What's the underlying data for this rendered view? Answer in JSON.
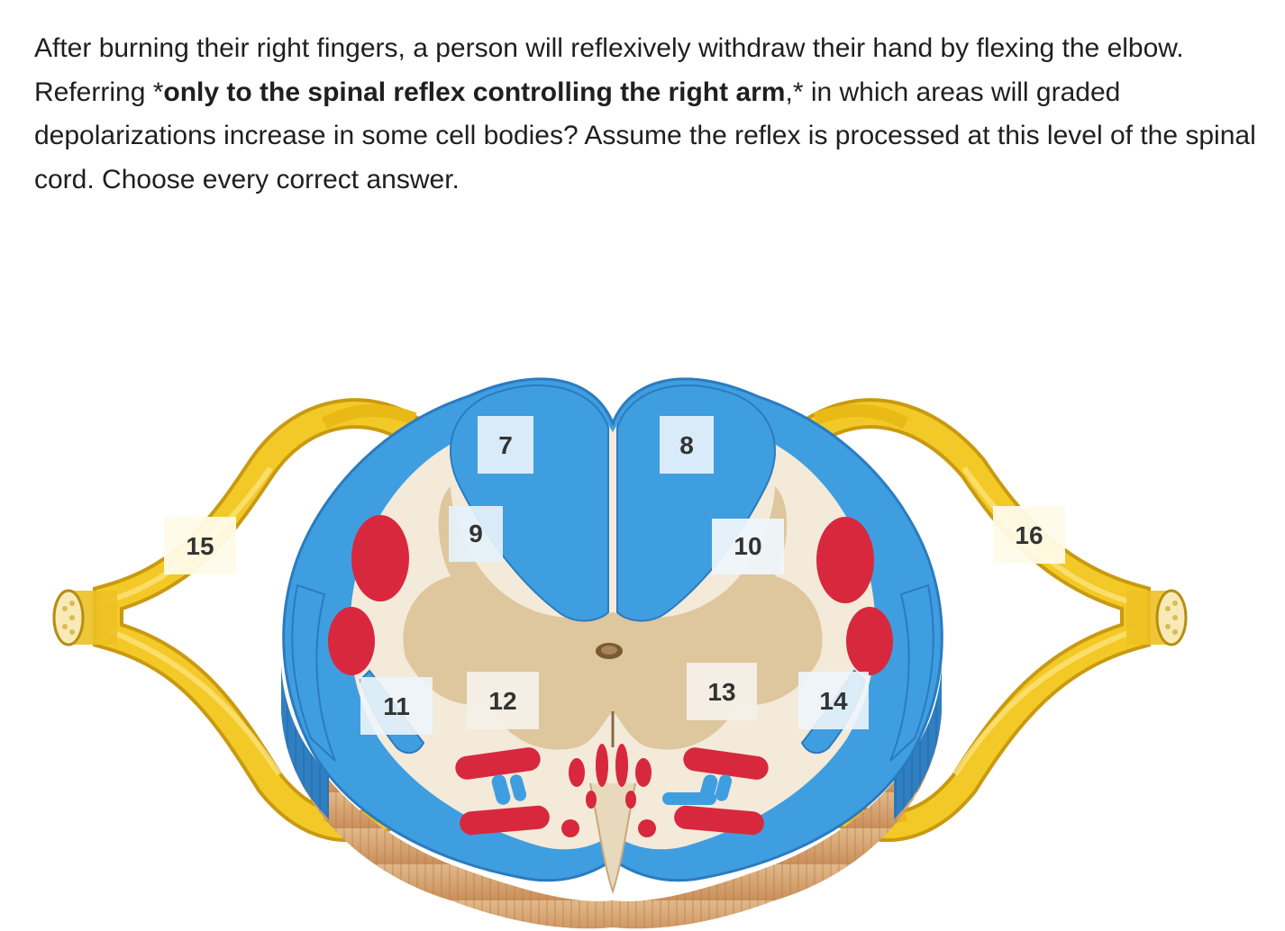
{
  "question": {
    "part1": "After burning their right fingers, a person will reflexively withdraw their hand by flexing the elbow.  Referring *",
    "bold": "only to the spinal reflex controlling the right arm",
    "part2": ",* in which areas will graded depolarizations increase in some cell bodies?  Assume the reflex is processed at this level of the spinal cord.  Choose every correct answer."
  },
  "labels": {
    "l7": "7",
    "l8": "8",
    "l9": "9",
    "l10": "10",
    "l11": "11",
    "l12": "12",
    "l13": "13",
    "l14": "14",
    "l15": "15",
    "l16": "16"
  },
  "colors": {
    "white_matter": "#3f9ee0",
    "tracts": "#d8283d",
    "nerve": "#f0c520",
    "gray_matter": "#dcc49a",
    "cord_tissue": "#f3ead9",
    "label_box": "#e6f2fb"
  }
}
